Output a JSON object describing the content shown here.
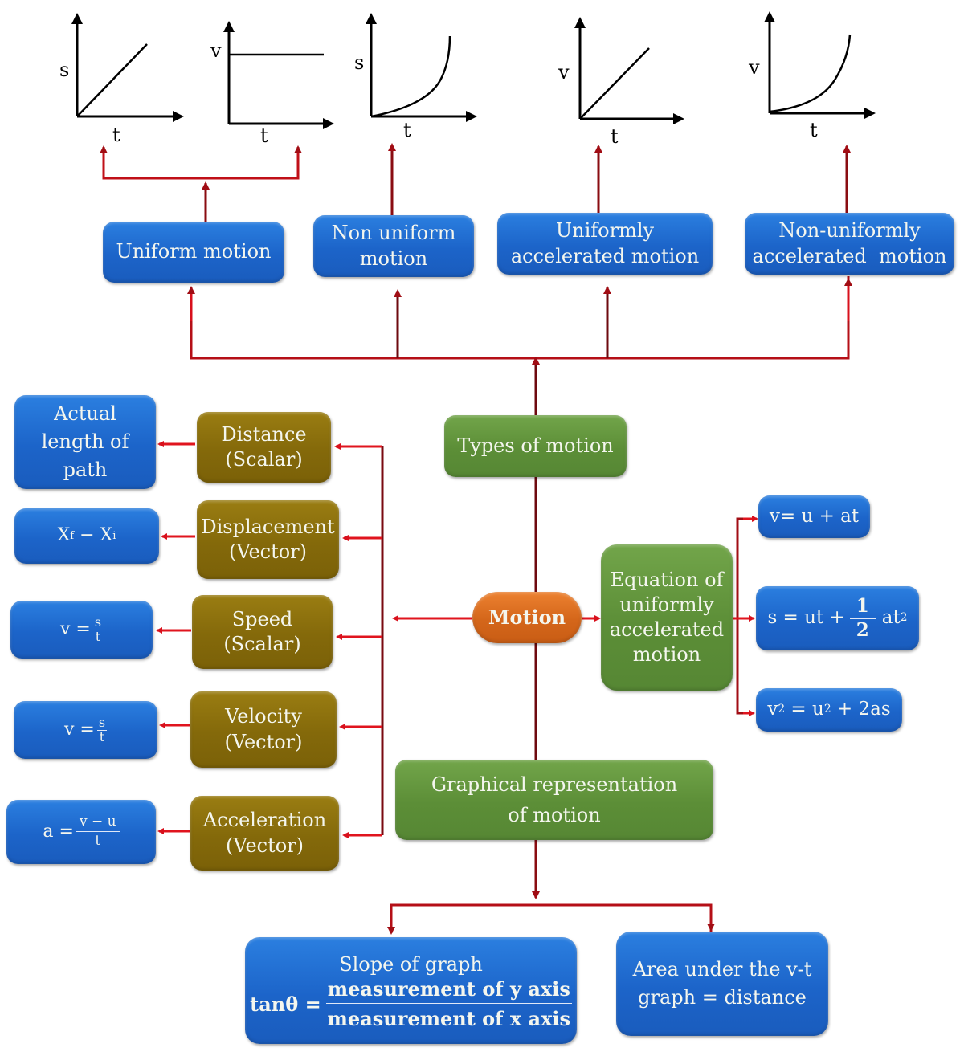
{
  "colors": {
    "box_blue": "#1c64c9",
    "box_green": "#5c8e37",
    "box_olive": "#84690a",
    "box_orange": "#d4661a",
    "arrow_red": "#e0141e",
    "arrow_dark_red": "#7a0a10",
    "text_light": "#f4f6ee"
  },
  "graphs": [
    {
      "id": "uniform-s-t",
      "y_label": "s",
      "x_label": "t",
      "shape": "linear-rising"
    },
    {
      "id": "uniform-v-t",
      "y_label": "v",
      "x_label": "t",
      "shape": "constant"
    },
    {
      "id": "non-uniform-s-t",
      "y_label": "s",
      "x_label": "t",
      "shape": "curve-rising"
    },
    {
      "id": "uniformly-accelerated-v-t",
      "y_label": "v",
      "x_label": "t",
      "shape": "linear-rising"
    },
    {
      "id": "non-uniformly-accelerated-v-t",
      "y_label": "v",
      "x_label": "t",
      "shape": "curve-rising"
    }
  ],
  "types": {
    "uniform": "Uniform motion",
    "non_uniform": [
      "Non uniform",
      "motion"
    ],
    "uniformly_accelerated": [
      "Uniformly",
      "accelerated motion"
    ],
    "non_uniformly_accelerated": [
      "Non-uniformly",
      "accelerated  motion"
    ]
  },
  "center": {
    "types_of_motion": "Types of motion",
    "motion": "Motion",
    "equation": [
      "Equation of",
      "uniformly",
      "accelerated",
      "motion"
    ],
    "graphical": [
      "Graphical representation",
      "of motion"
    ]
  },
  "quantities": [
    {
      "name": "Distance",
      "kind": "(Scalar)"
    },
    {
      "name": "Displacement",
      "kind": "(Vector)"
    },
    {
      "name": "Speed",
      "kind": "(Scalar)"
    },
    {
      "name": "Velocity",
      "kind": "(Vector)"
    },
    {
      "name": "Acceleration",
      "kind": "(Vector)"
    }
  ],
  "definitions": {
    "distance": [
      "Actual",
      "length of",
      "path"
    ],
    "displacement": {
      "x": "X",
      "f": "f",
      "minus": " − ",
      "i": "i"
    },
    "speed": {
      "lhs": "v =",
      "num": "s",
      "den": "t"
    },
    "velocity": {
      "lhs": "v =",
      "num": "s",
      "den": "t"
    },
    "acceleration": {
      "lhs": "a =",
      "num": "v − u",
      "den": "t"
    }
  },
  "equations": {
    "first": "v= u + at",
    "second": {
      "lhs": "s = ut +",
      "num": "1",
      "den": "2",
      "rhs": "at",
      "exp": "2"
    },
    "third": {
      "v": "v",
      "exp1": "2",
      "mid": " = u",
      "exp2": "2",
      "rest": " + 2as"
    }
  },
  "graphical": {
    "slope_title": "Slope of graph",
    "slope_lhs": "tanθ =",
    "slope_num": "measurement of y axis",
    "slope_den": "measurement of x axis",
    "area": [
      "Area under the v-t",
      "graph = distance"
    ]
  }
}
